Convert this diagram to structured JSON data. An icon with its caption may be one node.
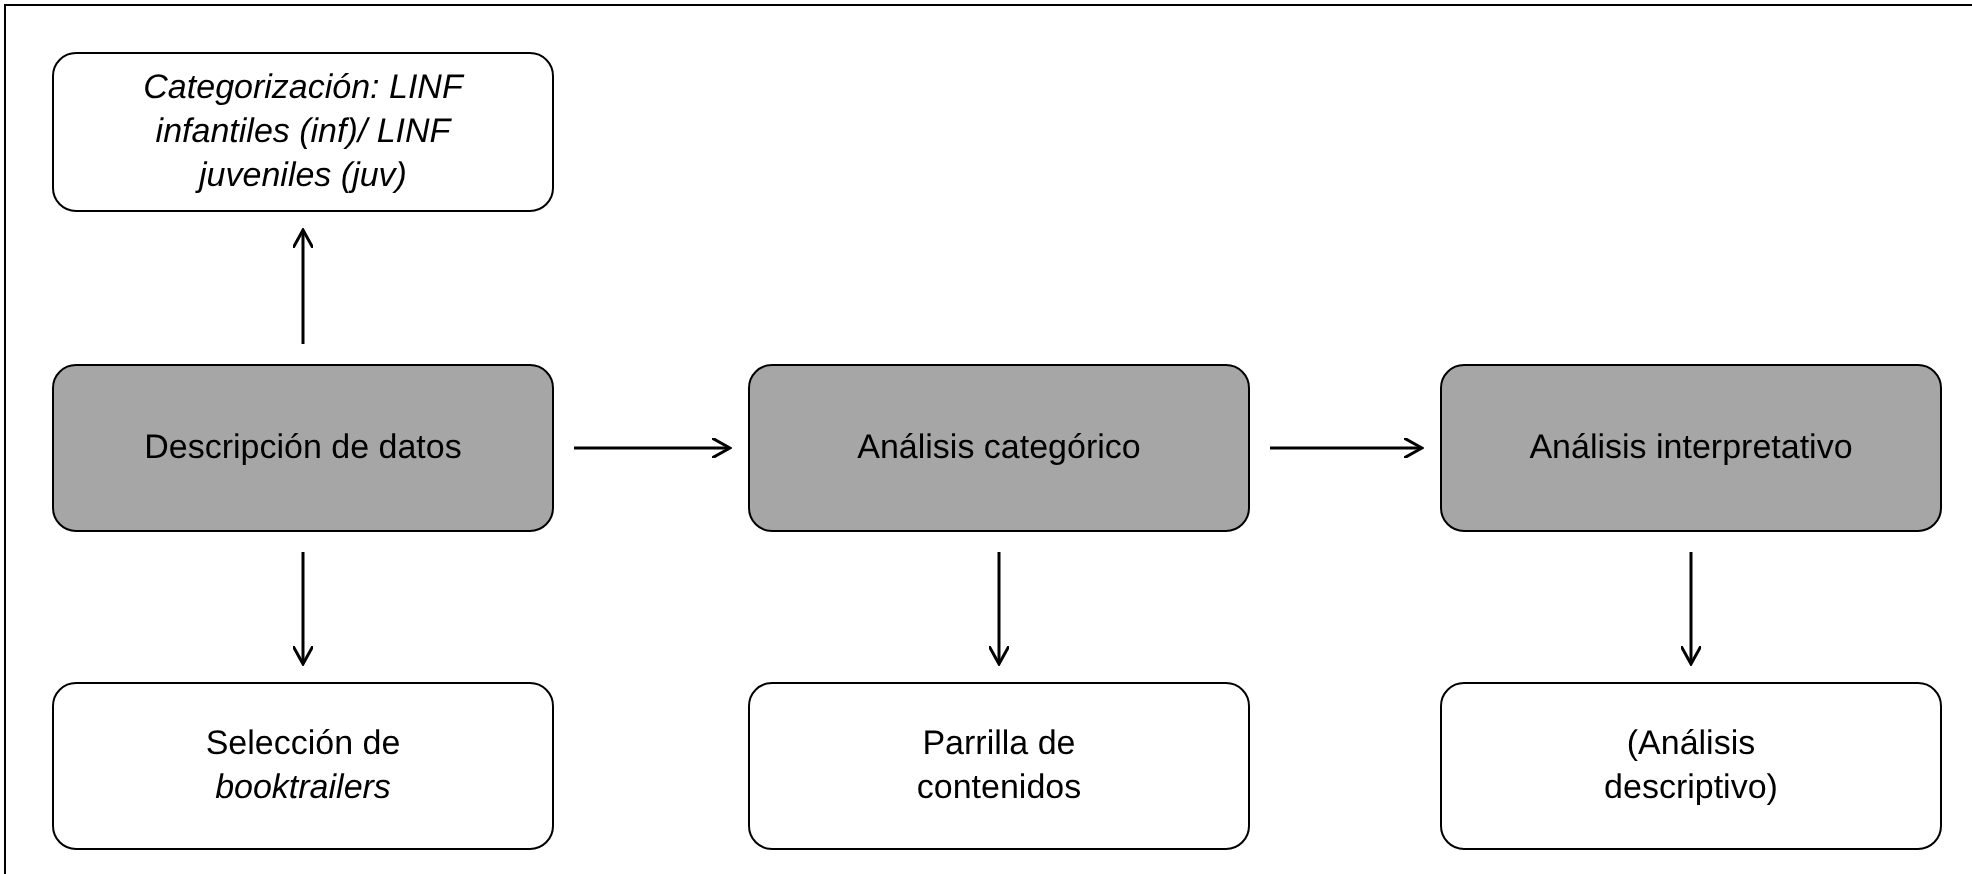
{
  "diagram": {
    "nodes": [
      {
        "text": [
          "Categorización: LINF infantiles (inf)/ LINF juveniles (juv)"
        ]
      },
      {
        "text": [
          "Descripción de datos"
        ]
      },
      {
        "text": [
          "Análisis categórico"
        ]
      },
      {
        "text": [
          "Análisis interpretativo"
        ]
      },
      {
        "text": [
          "Selección de *booktrailers*"
        ]
      },
      {
        "text": [
          "Parrilla de contenidos"
        ]
      },
      {
        "text": [
          "(Análisis descriptivo)"
        ]
      }
    ],
    "edges": [
      {
        "from": 1,
        "to": 0,
        "arrow": "to"
      },
      {
        "from": 1,
        "to": 2,
        "arrow": "to"
      },
      {
        "from": 2,
        "to": 3,
        "arrow": "to"
      },
      {
        "from": 1,
        "to": 4,
        "arrow": "to"
      },
      {
        "from": 2,
        "to": 5,
        "arrow": "to"
      },
      {
        "from": 3,
        "to": 6,
        "arrow": "to"
      }
    ]
  }
}
